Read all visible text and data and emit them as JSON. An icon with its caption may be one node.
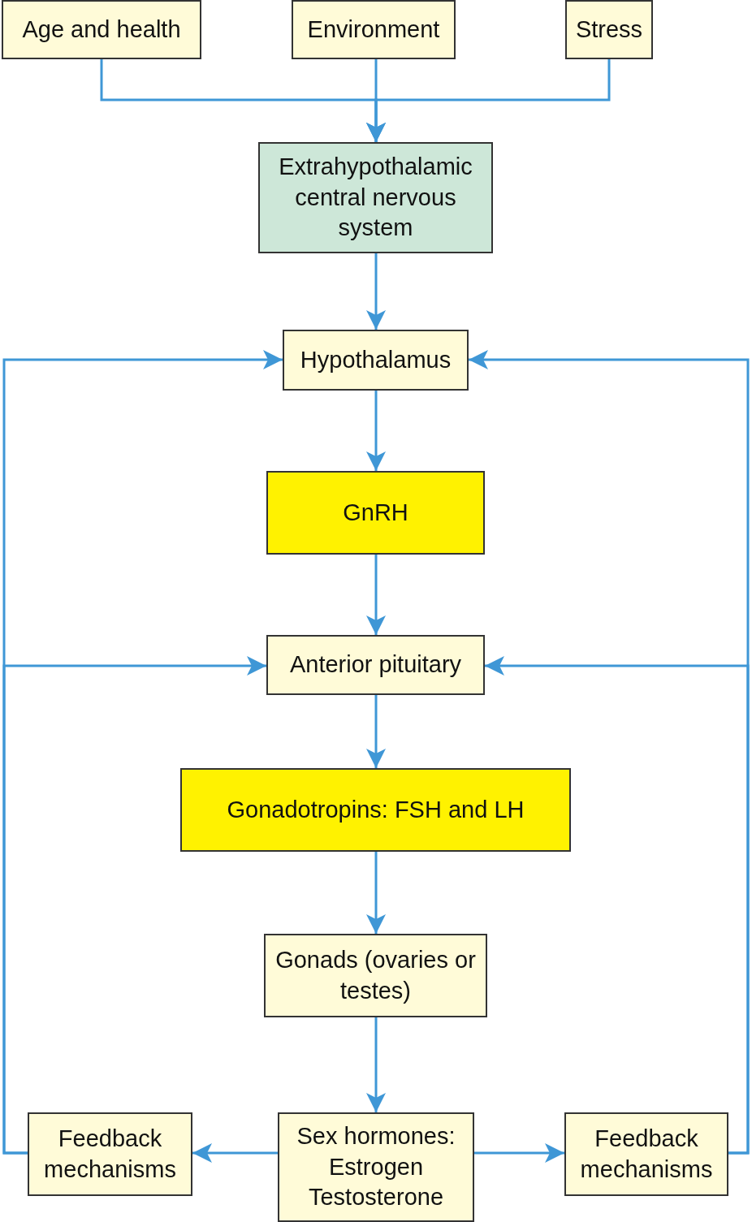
{
  "diagram": {
    "nodes": [
      {
        "text": [
          "Age and health"
        ]
      },
      {
        "text": [
          "Environment"
        ]
      },
      {
        "text": [
          "Stress"
        ]
      },
      {
        "text": [
          "Extrahypothalamic central nervous system"
        ]
      },
      {
        "text": [
          "Hypothalamus"
        ]
      },
      {
        "text": [
          "GnRH"
        ]
      },
      {
        "text": [
          "Anterior pituitary"
        ]
      },
      {
        "text": [
          "Gonadotropins: FSH and LH"
        ]
      },
      {
        "text": [
          "Gonads (ovaries or testes)"
        ]
      },
      {
        "text": [
          "Feedback mechanisms"
        ]
      },
      {
        "text": [
          "Sex hormones: Estrogen Testosterone"
        ]
      },
      {
        "text": [
          "Feedback mechanisms"
        ]
      }
    ],
    "edges": [
      {
        "from": 0,
        "to": 3,
        "arrow": "to"
      },
      {
        "from": 1,
        "to": 3,
        "arrow": "to"
      },
      {
        "from": 2,
        "to": 3,
        "arrow": "to"
      },
      {
        "from": 3,
        "to": 4,
        "arrow": "to"
      },
      {
        "from": 4,
        "to": 5,
        "arrow": "to"
      },
      {
        "from": 5,
        "to": 6,
        "arrow": "to"
      },
      {
        "from": 6,
        "to": 7,
        "arrow": "to"
      },
      {
        "from": 7,
        "to": 8,
        "arrow": "to"
      },
      {
        "from": 8,
        "to": 10,
        "arrow": "to"
      },
      {
        "from": 10,
        "to": 9,
        "arrow": "to"
      },
      {
        "from": 10,
        "to": 11,
        "arrow": "to"
      },
      {
        "from": 9,
        "to": 4,
        "arrow": "to"
      },
      {
        "from": 9,
        "to": 6,
        "arrow": "to"
      },
      {
        "from": 11,
        "to": 4,
        "arrow": "to"
      },
      {
        "from": 11,
        "to": 6,
        "arrow": "to"
      }
    ]
  }
}
